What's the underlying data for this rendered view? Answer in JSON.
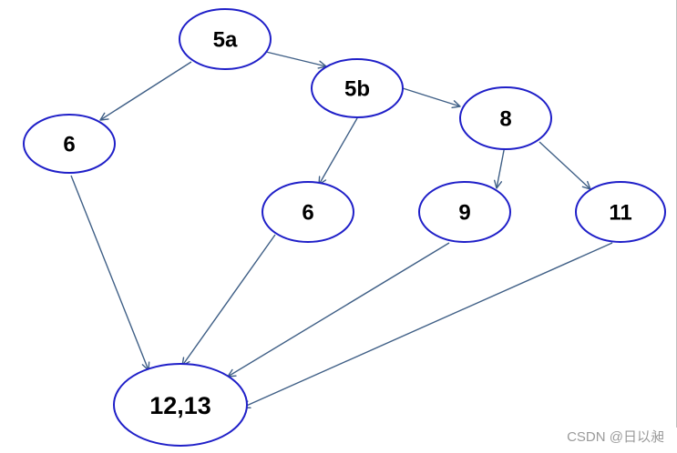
{
  "diagram": {
    "nodes": [
      {
        "id": "n5a",
        "label": "5a"
      },
      {
        "id": "n5b",
        "label": "5b"
      },
      {
        "id": "n6left",
        "label": "6"
      },
      {
        "id": "n8",
        "label": "8"
      },
      {
        "id": "n6mid",
        "label": "6"
      },
      {
        "id": "n9",
        "label": "9"
      },
      {
        "id": "n11",
        "label": "11"
      },
      {
        "id": "n1213",
        "label": "12,13"
      }
    ],
    "edges": [
      {
        "from": "n5a",
        "to": "n5b"
      },
      {
        "from": "n5a",
        "to": "n6left"
      },
      {
        "from": "n5b",
        "to": "n8"
      },
      {
        "from": "n5b",
        "to": "n6mid"
      },
      {
        "from": "n8",
        "to": "n9"
      },
      {
        "from": "n8",
        "to": "n11"
      },
      {
        "from": "n6left",
        "to": "n1213"
      },
      {
        "from": "n6mid",
        "to": "n1213"
      },
      {
        "from": "n9",
        "to": "n1213"
      },
      {
        "from": "n11",
        "to": "n1213"
      }
    ]
  },
  "watermark": "CSDN @日以昶",
  "colors": {
    "node_stroke": "#1f1fc8",
    "edge": "#3f5f86",
    "watermark": "#9a9a9a"
  }
}
